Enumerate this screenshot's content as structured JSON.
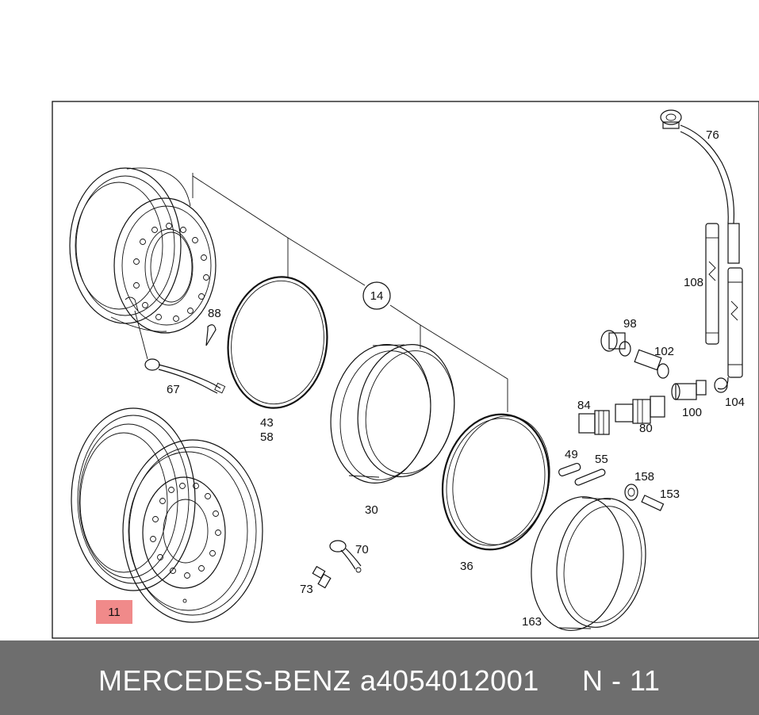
{
  "footer": {
    "brand": "MERCEDES-BENZ",
    "separator": "-",
    "part_number": "a4054012001",
    "position": "N - 11"
  },
  "highlight": {
    "label": "11",
    "color": "#f08a8a"
  },
  "callouts": {
    "c14": "14",
    "c76": "76",
    "c108": "108",
    "c98": "98",
    "c102": "102",
    "c104": "104",
    "c100": "100",
    "c84": "84",
    "c80": "80",
    "c88": "88",
    "c67": "67",
    "c43": "43",
    "c58": "58",
    "c30": "30",
    "c36": "36",
    "c49": "49",
    "c55": "55",
    "c158": "158",
    "c153": "153",
    "c70": "70",
    "c73": "73",
    "c163": "163"
  },
  "colors": {
    "footer_bg": "#6e6e6e",
    "footer_text": "#ffffff",
    "line": "#111111"
  }
}
